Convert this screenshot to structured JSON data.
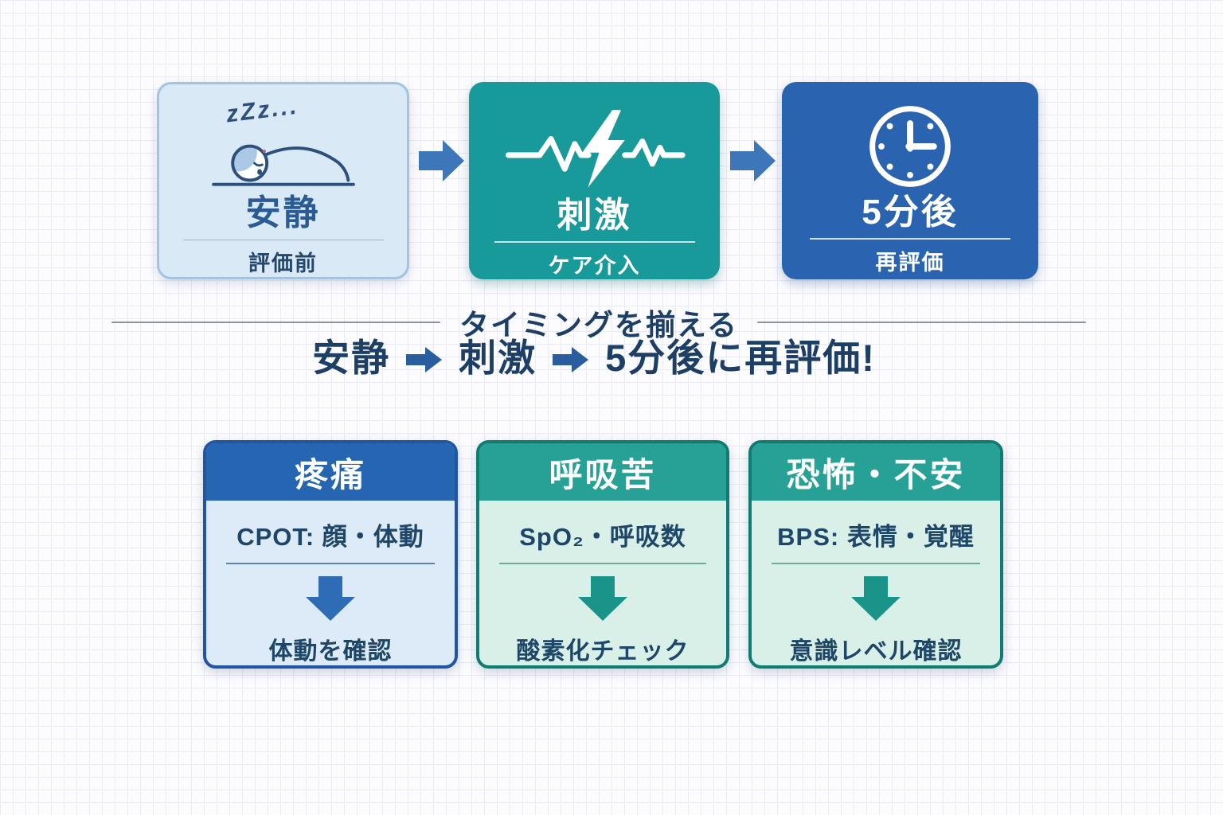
{
  "colors": {
    "teal": "#18999a",
    "blue": "#2a63b0",
    "light_blue_card": "#d9e9f6",
    "arrow_blue": "#3e76ba",
    "navy_text": "#1d3f66",
    "mint_body": "#d9f0e9",
    "blue_body": "#dcebf7",
    "header_teal": "#27a096",
    "header_blue": "#2565b2"
  },
  "flow_steps": [
    {
      "zzz": "zZz...",
      "title": "安静",
      "subtitle": "評価前",
      "icon": "sleeping-person-icon"
    },
    {
      "title": "刺激",
      "subtitle": "ケア介入",
      "icon": "ecg-lightning-icon"
    },
    {
      "title": "5分後",
      "subtitle": "再評価",
      "icon": "clock-icon"
    }
  ],
  "timing": {
    "heading": "タイミングを揃える",
    "seq1": "安静",
    "seq2": "刺激",
    "seq3": "5分後に再評価!"
  },
  "assessments": [
    {
      "title": "疼痛",
      "measure": "CPOT: 顔・体動",
      "action": "体動を確認"
    },
    {
      "title": "呼吸苦",
      "measure": "SpO₂・呼吸数",
      "action": "酸素化チェック"
    },
    {
      "title": "恐怖・不安",
      "measure": "BPS: 表情・覚醒",
      "action": "意識レベル確認"
    }
  ]
}
